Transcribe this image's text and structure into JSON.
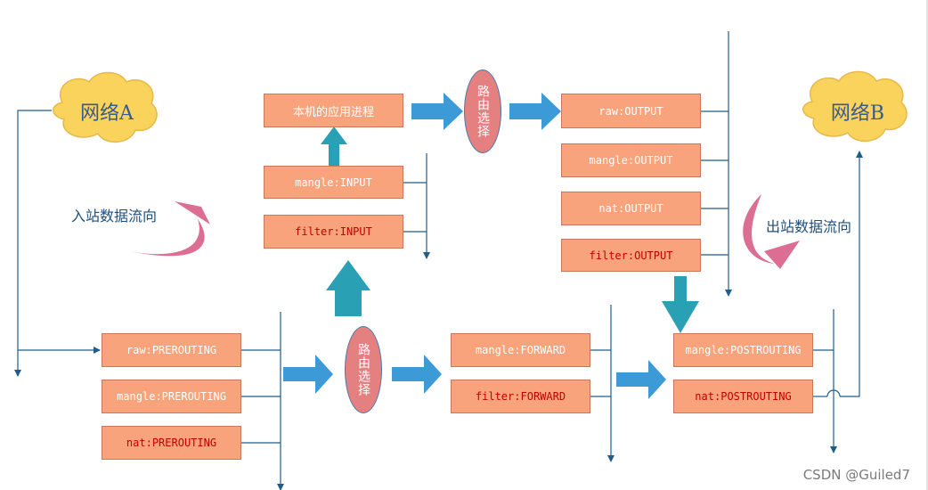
{
  "networks": {
    "a": "网络A",
    "b": "网络B"
  },
  "flows": {
    "inbound": "入站数据流向",
    "outbound": "出站数据流向"
  },
  "routing": {
    "top": "路由选择",
    "bottom": "路由选择"
  },
  "local_process": "本机的应用进程",
  "input_chain": [
    {
      "table": "mangle",
      "sep": ":",
      "chain": "INPUT"
    },
    {
      "table": "filter",
      "sep": ":",
      "chain": "INPUT"
    }
  ],
  "output_chain": [
    {
      "table": "raw",
      "sep": ":",
      "chain": "OUTPUT"
    },
    {
      "table": "mangle",
      "sep": ":",
      "chain": "OUTPUT"
    },
    {
      "table": "nat",
      "sep": ":",
      "chain": "OUTPUT"
    },
    {
      "table": "filter",
      "sep": ":",
      "chain": "OUTPUT"
    }
  ],
  "prerouting_chain": [
    {
      "table": "raw",
      "sep": ":",
      "chain": "PREROUTING"
    },
    {
      "table": "mangle",
      "sep": ":",
      "chain": "PREROUTING"
    },
    {
      "table": "nat",
      "sep": ":",
      "chain": "PREROUTING"
    }
  ],
  "forward_chain": [
    {
      "table": "mangle",
      "sep": ":",
      "chain": "FORWARD"
    },
    {
      "table": "filter",
      "sep": ":",
      "chain": "FORWARD"
    }
  ],
  "postrouting_chain": [
    {
      "table": "mangle",
      "sep": ":",
      "chain": "POSTROUTING"
    },
    {
      "table": "nat",
      "sep": ":",
      "chain": "POSTROUTING"
    }
  ],
  "watermark": "CSDN @Guiled7",
  "colors": {
    "box_fill": "#f9a37c",
    "ellipse_fill": "#e58080",
    "cloud_fill": "#f9d35c",
    "blue_arrow": "#3c9ad6",
    "teal_arrow": "#2aa0b4",
    "curve_arrow": "#dc6e94",
    "line": "#1f5d8a"
  }
}
